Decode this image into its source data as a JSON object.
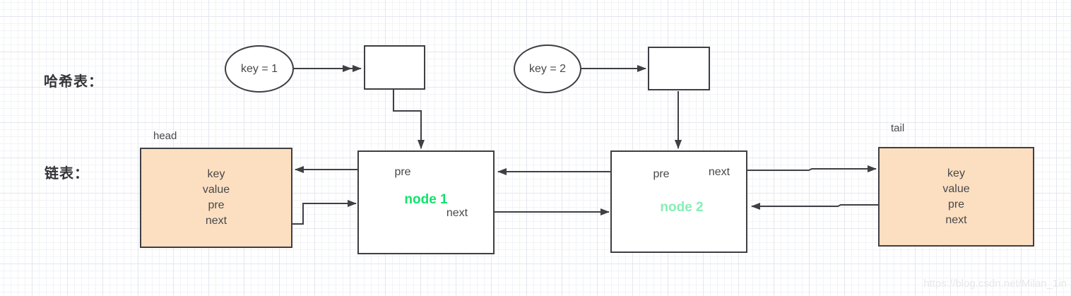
{
  "diagram": {
    "labels": {
      "hash_table": "哈希表：",
      "linked_list": "链表：",
      "head": "head",
      "tail": "tail"
    },
    "hash_keys": [
      {
        "label": "key = 1"
      },
      {
        "label": "key = 2"
      }
    ],
    "list_nodes": {
      "head": {
        "fields": [
          "key",
          "value",
          "pre",
          "next"
        ]
      },
      "node1": {
        "title": "node 1",
        "pre_label": "pre",
        "next_label": "next"
      },
      "node2": {
        "title": "node 2",
        "pre_label": "pre",
        "next_label": "next"
      },
      "tail": {
        "fields": [
          "key",
          "value",
          "pre",
          "next"
        ]
      }
    },
    "watermark": {
      "text": "https://blog.csdn.net/Milan_1in"
    },
    "colors": {
      "stroke": "#3f3f44",
      "text": "#48484c",
      "label_text": "#36363a",
      "node_fill": "#fcdfc0",
      "node1_text": "#12e16c",
      "node2_text": "#86efb4",
      "watermark_text": "#e8e8ec",
      "grid_minor": "#f2f3f6",
      "grid_major": "#e5e7ed"
    }
  }
}
